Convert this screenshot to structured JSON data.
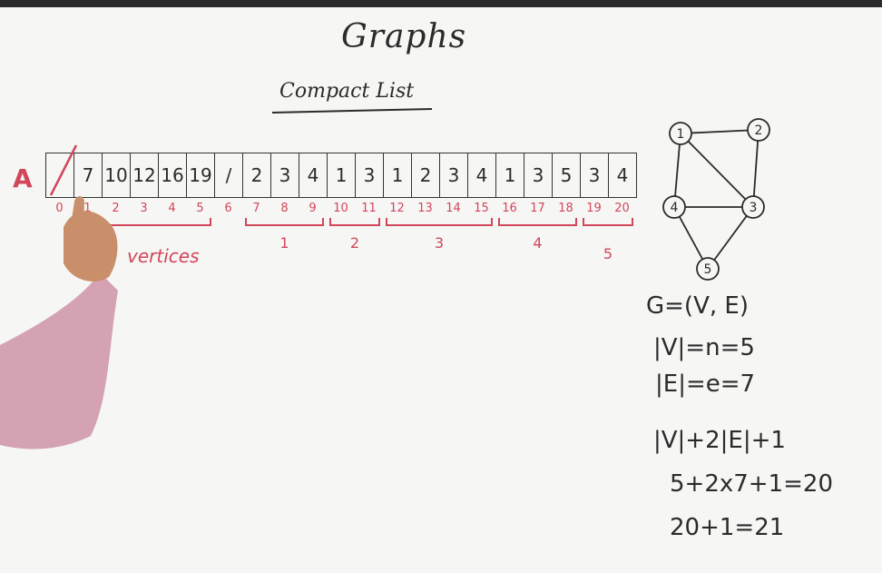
{
  "title": "Graphs",
  "subtitle": "Compact List",
  "array_label": "A",
  "cells": [
    "",
    "7",
    "10",
    "12",
    "16",
    "19",
    "/",
    "2",
    "3",
    "4",
    "1",
    "3",
    "1",
    "2",
    "3",
    "4",
    "1",
    "3",
    "5",
    "3",
    "4"
  ],
  "indices": [
    "0",
    "1",
    "2",
    "3",
    "4",
    "5",
    "6",
    "7",
    "8",
    "9",
    "10",
    "11",
    "12",
    "13",
    "14",
    "15",
    "16",
    "17",
    "18",
    "19",
    "20"
  ],
  "vertices_label": "vertices",
  "groups": [
    "1",
    "2",
    "3",
    "4",
    "5"
  ],
  "graph_nodes": [
    "1",
    "2",
    "3",
    "4",
    "5"
  ],
  "equations": [
    "G=(V, E)",
    "|V|=n=5",
    "|E|=e=7",
    "|V|+2|E|+1",
    "5+2x7+1=20",
    "20+1=21"
  ],
  "colors": {
    "marker_red": "#d2465a",
    "ink": "#2b2b2b",
    "board": "#f6f6f4",
    "skin": "#c98f6a",
    "sleeve": "#d4a2b3"
  }
}
